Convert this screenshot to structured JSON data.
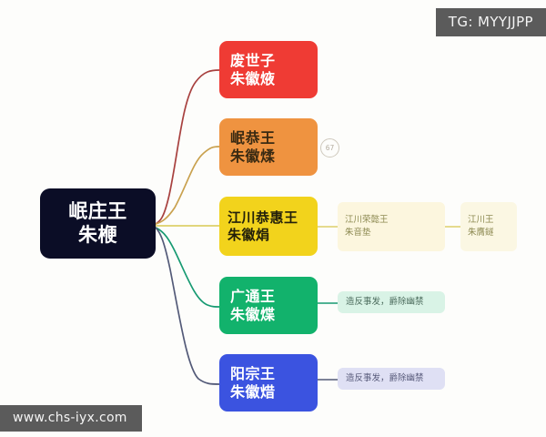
{
  "overlays": {
    "tg_tag": "TG: MYYJJPP",
    "watermark": "www.chs-iyx.com"
  },
  "diagram": {
    "type": "mind-map",
    "root": {
      "title": "岷庄王",
      "name": "朱楩",
      "color": "#0b0d26"
    },
    "children": [
      {
        "title": "废世子",
        "name": "朱徽焲",
        "color": "#ef3b34",
        "connector_color": "#a8413f"
      },
      {
        "title": "岷恭王",
        "name": "朱徽煣",
        "color": "#ef9340",
        "connector_color": "#c9a14e",
        "badge": "67"
      },
      {
        "title": "江川恭惠王",
        "name": "朱徽焆",
        "color": "#f2d31c",
        "connector_color": "#ddd06a"
      },
      {
        "title": "广通王",
        "name": "朱徽煠",
        "color": "#12b26c",
        "connector_color": "#179a72"
      },
      {
        "title": "阳宗王",
        "name": "朱徽焟",
        "color": "#3b53e0",
        "connector_color": "#535a78"
      }
    ],
    "leaves": [
      {
        "title": "江川荣懿王",
        "name": "朱音垫",
        "color": "#fcf6de"
      },
      {
        "title": "江川王",
        "name": "朱膺鐩",
        "color": "#fbf7e3"
      },
      {
        "note": "造反事发，爵除幽禁",
        "color": "#d9f3e6"
      },
      {
        "note": "造反事发，爵除幽禁",
        "color": "#dfe0f4"
      }
    ]
  }
}
